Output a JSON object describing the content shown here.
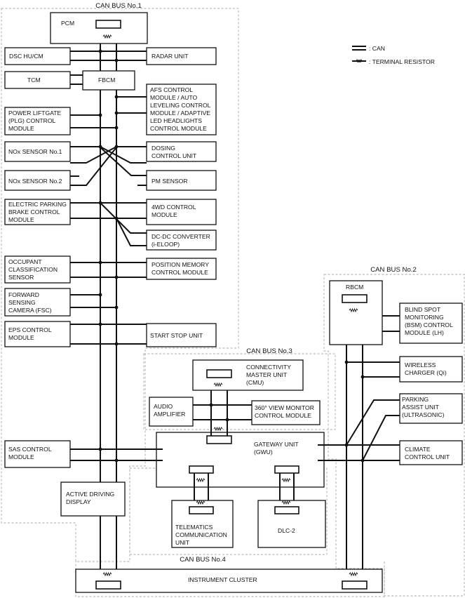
{
  "legend": {
    "can": ": CAN",
    "resistor": ": TERMINAL RESISTOR"
  },
  "bus_labels": {
    "bus1": "CAN BUS No.1",
    "bus2": "CAN BUS No.2",
    "bus3": "CAN BUS No.3",
    "bus4": "CAN BUS No.4"
  },
  "modules": {
    "pcm": [
      "PCM"
    ],
    "dsc": [
      "DSC HU/CM"
    ],
    "radar": [
      "RADAR UNIT"
    ],
    "tcm": [
      "TCM"
    ],
    "fbcm": [
      "FBCM"
    ],
    "afs": [
      "AFS CONTROL",
      "MODULE / AUTO",
      "LEVELING CONTROL",
      "MODULE / ADAPTIVE",
      "LED HEADLIGHTS",
      "CONTROL MODULE"
    ],
    "plg": [
      "POWER LIFTGATE",
      "(PLG) CONTROL",
      "MODULE"
    ],
    "nox1": [
      "NOx SENSOR No.1"
    ],
    "dosing": [
      "DOSING",
      "CONTROL UNIT"
    ],
    "nox2": [
      "NOx SENSOR No.2"
    ],
    "pm": [
      "PM SENSOR"
    ],
    "epb": [
      "ELECTRIC PARKING",
      "BRAKE CONTROL",
      "MODULE"
    ],
    "fourwd": [
      "4WD CONTROL",
      "MODULE"
    ],
    "dcdc": [
      "DC-DC CONVERTER",
      "(i-ELOOP)"
    ],
    "occupant": [
      "OCCUPANT",
      "CLASSIFICATION",
      "SENSOR"
    ],
    "posmem": [
      "POSITION MEMORY",
      "CONTROL MODULE"
    ],
    "fsc": [
      "FORWARD",
      "SENSING",
      "CAMERA (FSC)"
    ],
    "eps": [
      "EPS CONTROL",
      "MODULE"
    ],
    "startstop": [
      "START STOP UNIT"
    ],
    "rbcm": [
      "RBCM"
    ],
    "bsm": [
      "BLIND SPOT",
      "MONITORING",
      "(BSM) CONTROL",
      "MODULE (LH)"
    ],
    "qi": [
      "WIRELESS",
      "CHARGER (Qi)"
    ],
    "parking": [
      "PARKING",
      "ASSIST UNIT",
      "(ULTRASONIC)"
    ],
    "climate": [
      "CLIMATE",
      "CONTROL UNIT"
    ],
    "cmu": [
      "CONNECTIVITY",
      "MASTER UNIT",
      "(CMU)"
    ],
    "audio": [
      "AUDIO",
      "AMPLIFIER"
    ],
    "view360": [
      "360° VIEW MONITOR",
      "CONTROL MODULE"
    ],
    "sas": [
      "SAS CONTROL",
      "MODULE"
    ],
    "gwu": [
      "GATEWAY UNIT",
      "(GWU)"
    ],
    "add": [
      "ACTIVE DRIVING",
      "DISPLAY"
    ],
    "tcu": [
      "TELEMATICS",
      "COMMUNICATION",
      "UNIT"
    ],
    "dlc": [
      "DLC-2"
    ],
    "cluster": [
      "INSTRUMENT CLUSTER"
    ]
  }
}
